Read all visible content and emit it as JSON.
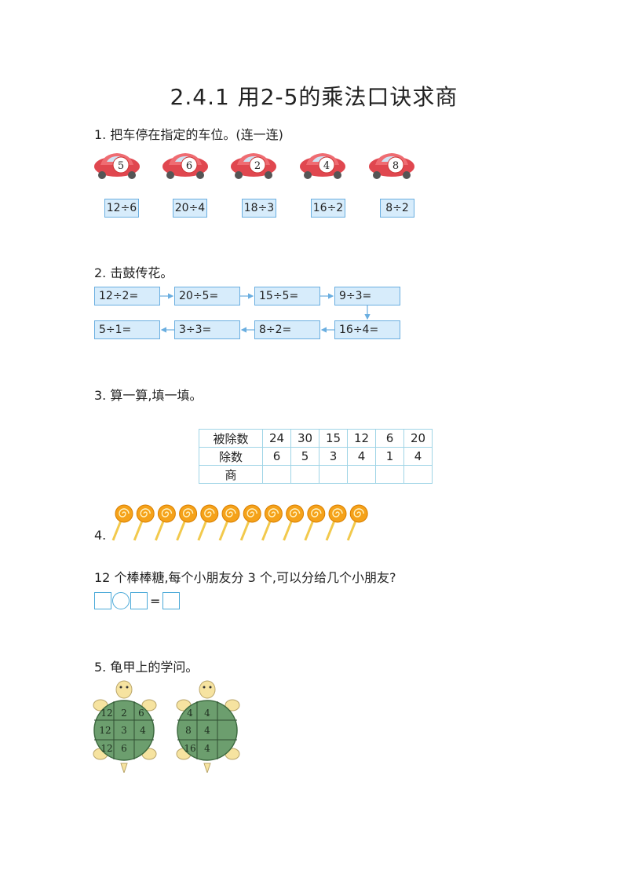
{
  "title": "2.4.1 用2-5的乘法口诀求商",
  "q1": {
    "prompt": "1. 把车停在指定的车位。(连一连)",
    "cars": [
      "5",
      "6",
      "2",
      "4",
      "8"
    ],
    "spots": [
      "12÷6",
      "20÷4",
      "18÷3",
      "16÷2",
      "8÷2"
    ]
  },
  "q2": {
    "prompt": "2. 击鼓传花。",
    "row1": [
      "12÷2=",
      "20÷5=",
      "15÷5=",
      "9÷3="
    ],
    "row2": [
      "5÷1=",
      "3÷3=",
      "8÷2=",
      "16÷4="
    ]
  },
  "q3": {
    "prompt": "3. 算一算,填一填。",
    "headers": [
      "被除数",
      "除数",
      "商"
    ],
    "dividends": [
      "24",
      "30",
      "15",
      "12",
      "6",
      "20"
    ],
    "divisors": [
      "6",
      "5",
      "3",
      "4",
      "1",
      "4"
    ]
  },
  "q4": {
    "number": "4.",
    "lollipop_count": 12,
    "question": "12 个棒棒糖,每个小朋友分 3 个,可以分给几个小朋友?",
    "equals": "="
  },
  "q5": {
    "prompt": "5. 龟甲上的学问。",
    "turtle1": [
      "12",
      "2",
      "6",
      "12",
      "3",
      "4",
      "12",
      "6",
      ""
    ],
    "turtle2": [
      "4",
      "4",
      "",
      "8",
      "4",
      "",
      "16",
      "4",
      ""
    ]
  },
  "colors": {
    "box_fill": "#d7ecfb",
    "box_border": "#6aaee0",
    "car_red": "#e0474f",
    "shell_green": "#6c9e6e",
    "turtle_yellow": "#f6e3a0",
    "lollipop_orange": "#f5a21a"
  }
}
